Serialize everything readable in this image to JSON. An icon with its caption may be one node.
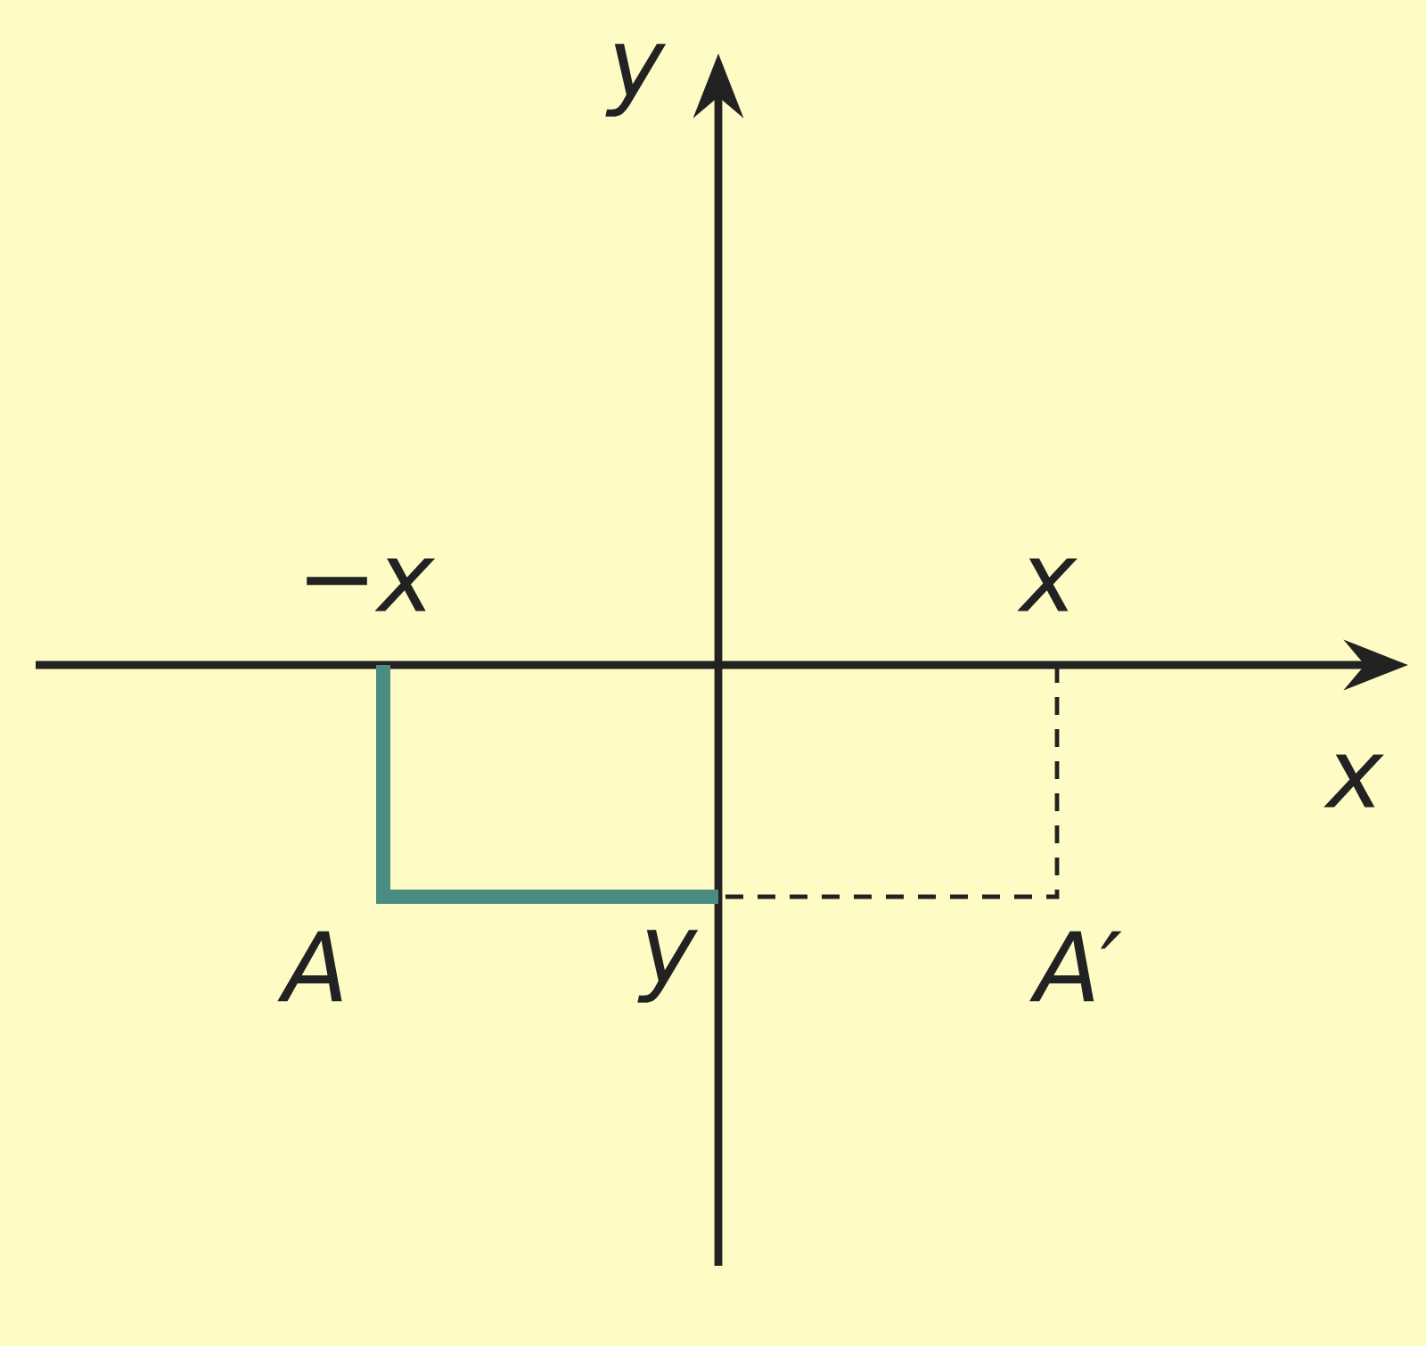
{
  "diagram": {
    "labels": [
      "y",
      "−x",
      "x",
      "x",
      "A",
      "y",
      "A′"
    ]
  }
}
